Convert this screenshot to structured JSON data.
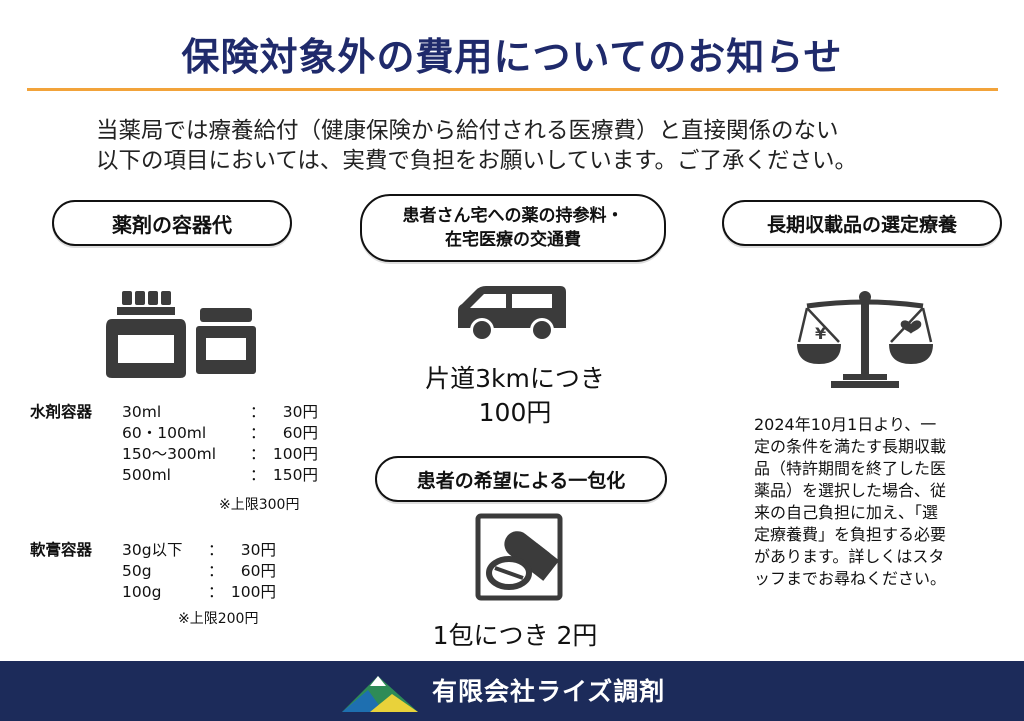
{
  "title": "保険対象外の費用についてのお知らせ",
  "intro": {
    "line1": "当薬局では療養給付（健康保険から給付される医療費）と直接関係のない",
    "line2": "以下の項目においては、実費で負担をお願いしています。ご了承ください。"
  },
  "sections": {
    "containers": {
      "title": "薬剤の容器代",
      "liquid": {
        "label": "水剤容器",
        "rows": [
          {
            "item": "30ml",
            "sep": "：",
            "price": "30円"
          },
          {
            "item": "60・100ml",
            "sep": "：",
            "price": "60円"
          },
          {
            "item": "150〜300ml",
            "sep": "：",
            "price": "100円"
          },
          {
            "item": "500ml",
            "sep": "：",
            "price": "150円"
          }
        ],
        "note": "※上限300円"
      },
      "ointment": {
        "label": "軟膏容器",
        "rows": [
          {
            "item": "30g以下",
            "sep": "：",
            "price": "30円"
          },
          {
            "item": "50g",
            "sep": "：",
            "price": "60円"
          },
          {
            "item": "100g",
            "sep": "：",
            "price": "100円"
          }
        ],
        "note": "※上限200円"
      }
    },
    "delivery": {
      "title_line1": "患者さん宅への薬の持参料・",
      "title_line2": "在宅医療の交通費",
      "price_line1": "片道3kmにつき",
      "price_line2": "100円"
    },
    "packaging": {
      "title": "患者の希望による一包化",
      "price": "1包につき 2円"
    },
    "long_term": {
      "title": "長期収載品の選定療養",
      "yen_symbol": "¥",
      "lines": [
        "2024年10月1日より、一",
        "定の条件を満たす長期収載",
        "品（特許期間を終了した医",
        "薬品）を選択した場合、従",
        "来の自己負担に加え、「選",
        "定療養費」を負担する必要",
        "があります。詳しくはスタ",
        "ッフまでお尋ねください。"
      ]
    }
  },
  "footer": {
    "company": "有限会社ライズ調剤"
  },
  "colors": {
    "title": "#1f2a6b",
    "rule": "#f2a33a",
    "footer": "#1c2b5a",
    "icon": "#3b3b3b"
  },
  "icons": [
    "bottle-icon",
    "jar-icon",
    "van-icon",
    "pills-icon",
    "scale-icon",
    "logo-mountain-icon"
  ]
}
